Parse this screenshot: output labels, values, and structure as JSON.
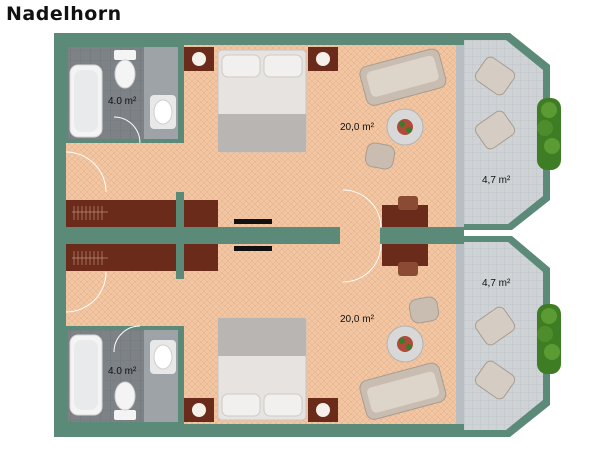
{
  "title": "Nadelhorn",
  "rooms": {
    "bath_top_area": "4.0 m²",
    "bedroom_top_area": "20,0 m²",
    "balcony_top_area": "4,7 m²",
    "bath_bottom_area": "4.0 m²",
    "bedroom_bottom_area": "20,0 m²",
    "balcony_bottom_area": "4,7 m²"
  },
  "colors": {
    "wall": "#5c8a78",
    "floor": "#f2c8a6",
    "tile": "#c9cdd0",
    "bath_floor": "#7a7e82",
    "wood": "#6b2b1a"
  }
}
